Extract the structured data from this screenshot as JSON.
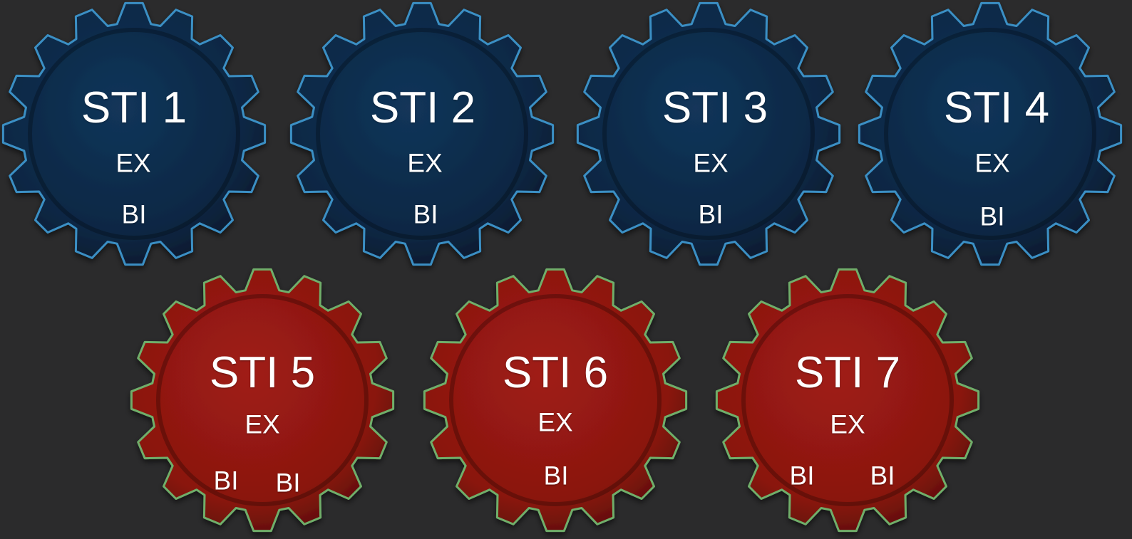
{
  "colors": {
    "background": "#2b2b2c",
    "blue_fill": "#0e2a47",
    "blue_edge": "#3a8fc4",
    "red_fill": "#8c1610",
    "red_edge": "#6fae6a",
    "text": "#ffffff"
  },
  "gears": [
    {
      "title": "STI 1",
      "ex": "EX",
      "bi": [
        "BI"
      ],
      "color": "blue"
    },
    {
      "title": "STI 2",
      "ex": "EX",
      "bi": [
        "BI"
      ],
      "color": "blue"
    },
    {
      "title": "STI 3",
      "ex": "EX",
      "bi": [
        "BI"
      ],
      "color": "blue"
    },
    {
      "title": "STI 4",
      "ex": "EX",
      "bi": [
        "BI"
      ],
      "color": "blue"
    },
    {
      "title": "STI 5",
      "ex": "EX",
      "bi": [
        "BI",
        "BI"
      ],
      "color": "red"
    },
    {
      "title": "STI 6",
      "ex": "EX",
      "bi": [
        "BI"
      ],
      "color": "red"
    },
    {
      "title": "STI 7",
      "ex": "EX",
      "bi": [
        "BI",
        "BI"
      ],
      "color": "red"
    }
  ]
}
